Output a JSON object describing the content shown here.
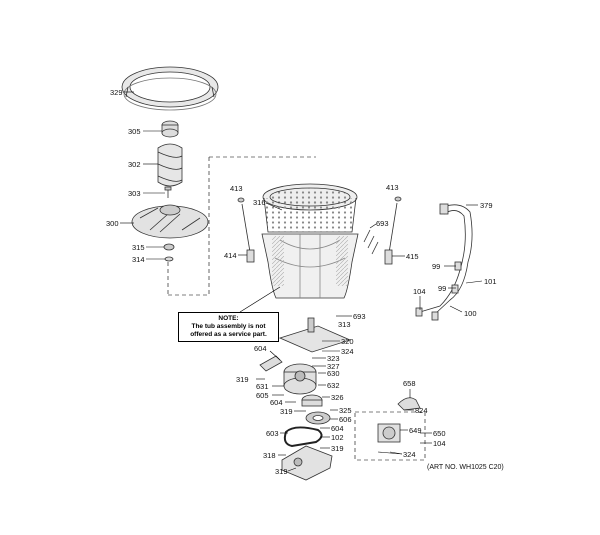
{
  "labels": {
    "l329": "329",
    "l305": "305",
    "l302": "302",
    "l303": "303",
    "l300": "300",
    "l315": "315",
    "l314": "314",
    "l413a": "413",
    "l414": "414",
    "l316": "316",
    "l413b": "413",
    "l693a": "693",
    "l415": "415",
    "l379": "379",
    "l99a": "99",
    "l99b": "99",
    "l101": "101",
    "l104a": "104",
    "l100": "100",
    "l693b": "693",
    "l313": "313",
    "l320": "320",
    "l604a": "604",
    "l324": "324",
    "l323": "323",
    "l327": "327",
    "l319a": "319",
    "l630": "630",
    "l631": "631",
    "l632": "632",
    "l605": "605",
    "l326": "326",
    "l604b": "604",
    "l319b": "319",
    "l325": "325",
    "l606": "606",
    "l604c": "604",
    "l603": "603",
    "l102": "102",
    "l318": "318",
    "l319c": "319",
    "l319d": "319",
    "l658": "658",
    "l824": "824",
    "l649": "649",
    "l650": "650",
    "l104b": "104",
    "l324b": "324"
  },
  "note": {
    "title": "NOTE:",
    "line1": "The tub assembly is not",
    "line2": "offered as a service part."
  },
  "art_no": "(ART NO. WH1025 C20)"
}
